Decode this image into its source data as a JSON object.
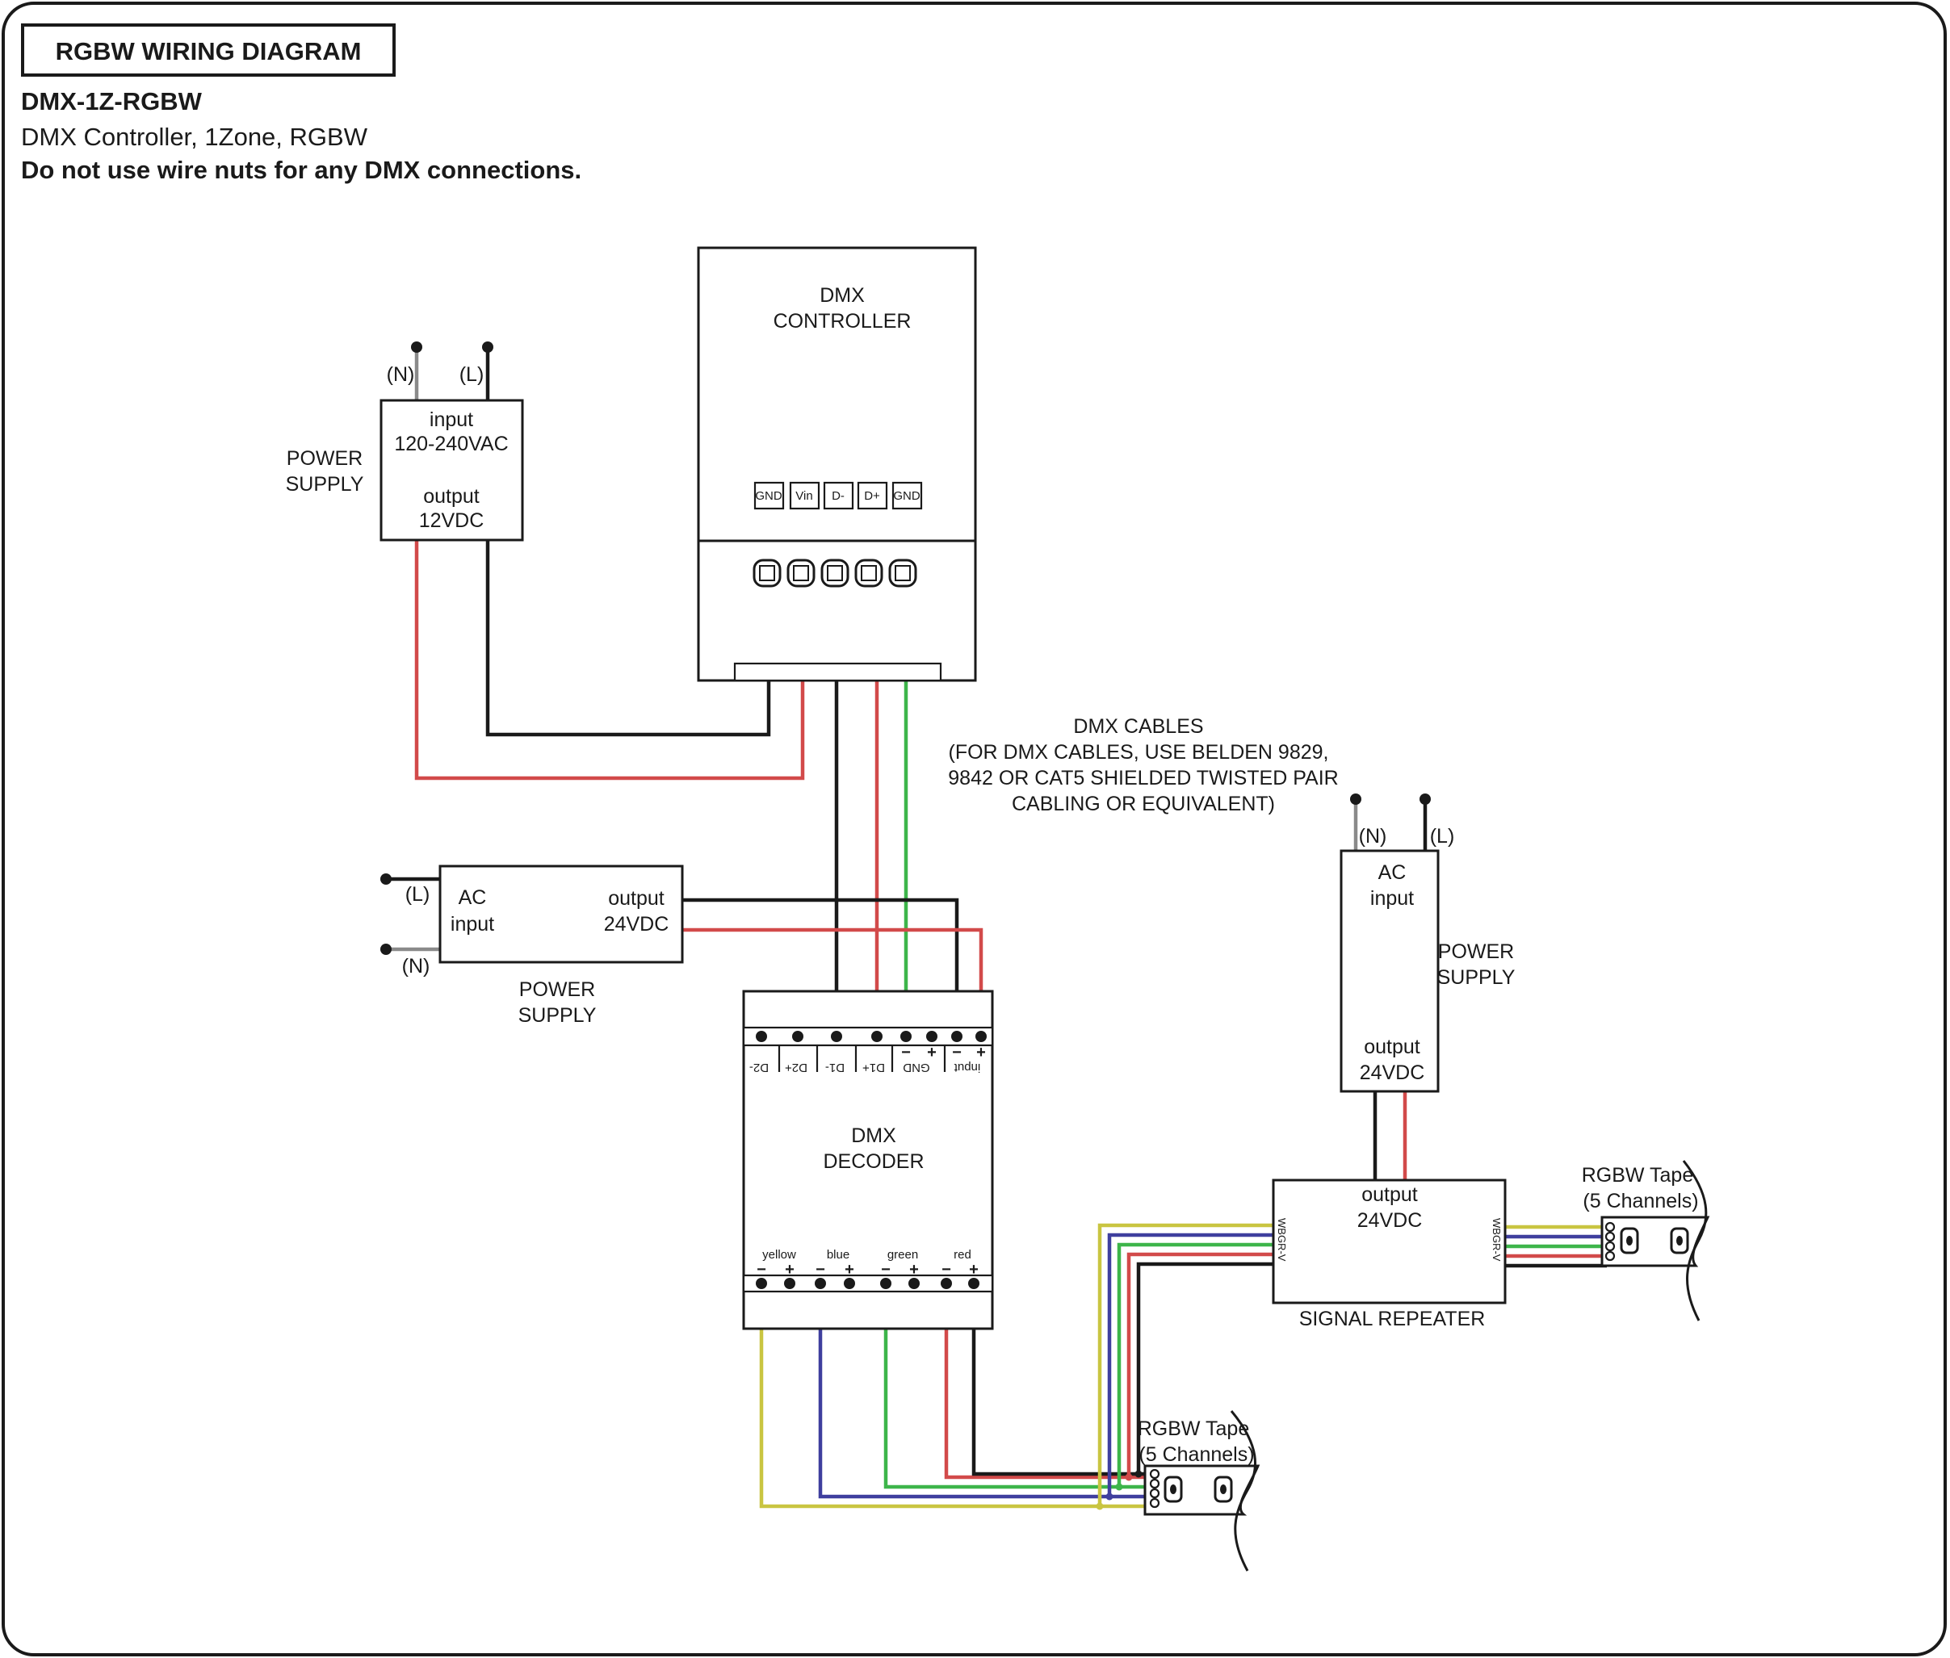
{
  "header": {
    "badge": "RGBW WIRING DIAGRAM",
    "model": "DMX-1Z-RGBW",
    "description": "DMX Controller, 1Zone, RGBW",
    "warning": "Do not use wire nuts for any DMX connections."
  },
  "power_supply_1": {
    "label_line1": "POWER",
    "label_line2": "SUPPLY",
    "n_label": "(N)",
    "l_label": "(L)",
    "input_line1": "input",
    "input_line2": "120-240VAC",
    "output_line1": "output",
    "output_line2": "12VDC"
  },
  "controller": {
    "title_line1": "DMX",
    "title_line2": "CONTROLLER",
    "terminals": [
      "GND",
      "Vin",
      "D-",
      "D+",
      "GND"
    ]
  },
  "dmx_cables": {
    "line1": "DMX CABLES",
    "line2": "(FOR DMX CABLES, USE BELDEN 9829,",
    "line3": "9842 OR CAT5 SHIELDED TWISTED PAIR",
    "line4": "CABLING OR EQUIVALENT)"
  },
  "power_supply_2": {
    "l_label": "(L)",
    "n_label": "(N)",
    "input_line1": "AC",
    "input_line2": "input",
    "output_line1": "output",
    "output_line2": "24VDC",
    "label_line1": "POWER",
    "label_line2": "SUPPLY"
  },
  "decoder": {
    "title_line1": "DMX",
    "title_line2": "DECODER",
    "top_terminals": [
      "D2-",
      "D2+",
      "D1-",
      "D1+",
      "GND",
      "input"
    ],
    "minus": "−",
    "plus": "+",
    "channels": [
      "yellow",
      "blue",
      "green",
      "red"
    ]
  },
  "power_supply_3": {
    "n_label": "(N)",
    "l_label": "(L)",
    "input_line1": "AC",
    "input_line2": "input",
    "label_line1": "POWER",
    "label_line2": "SUPPLY",
    "output_line1": "output",
    "output_line2": "24VDC"
  },
  "repeater": {
    "output_line1": "output",
    "output_line2": "24VDC",
    "label": "SIGNAL REPEATER",
    "pins_left": "WBGR-V",
    "pins_right": "WBGR-V"
  },
  "tape_1": {
    "label_line1": "RGBW Tape",
    "label_line2": "(5 Channels)"
  },
  "tape_2": {
    "label_line1": "RGBW Tape",
    "label_line2": "(5 Channels)"
  },
  "colors": {
    "black": "#1a1a1a",
    "red": "#d24a4a",
    "green": "#3db54a",
    "blue": "#3f3f9e",
    "yellow": "#c9c541",
    "gray": "#8a8a8a"
  }
}
